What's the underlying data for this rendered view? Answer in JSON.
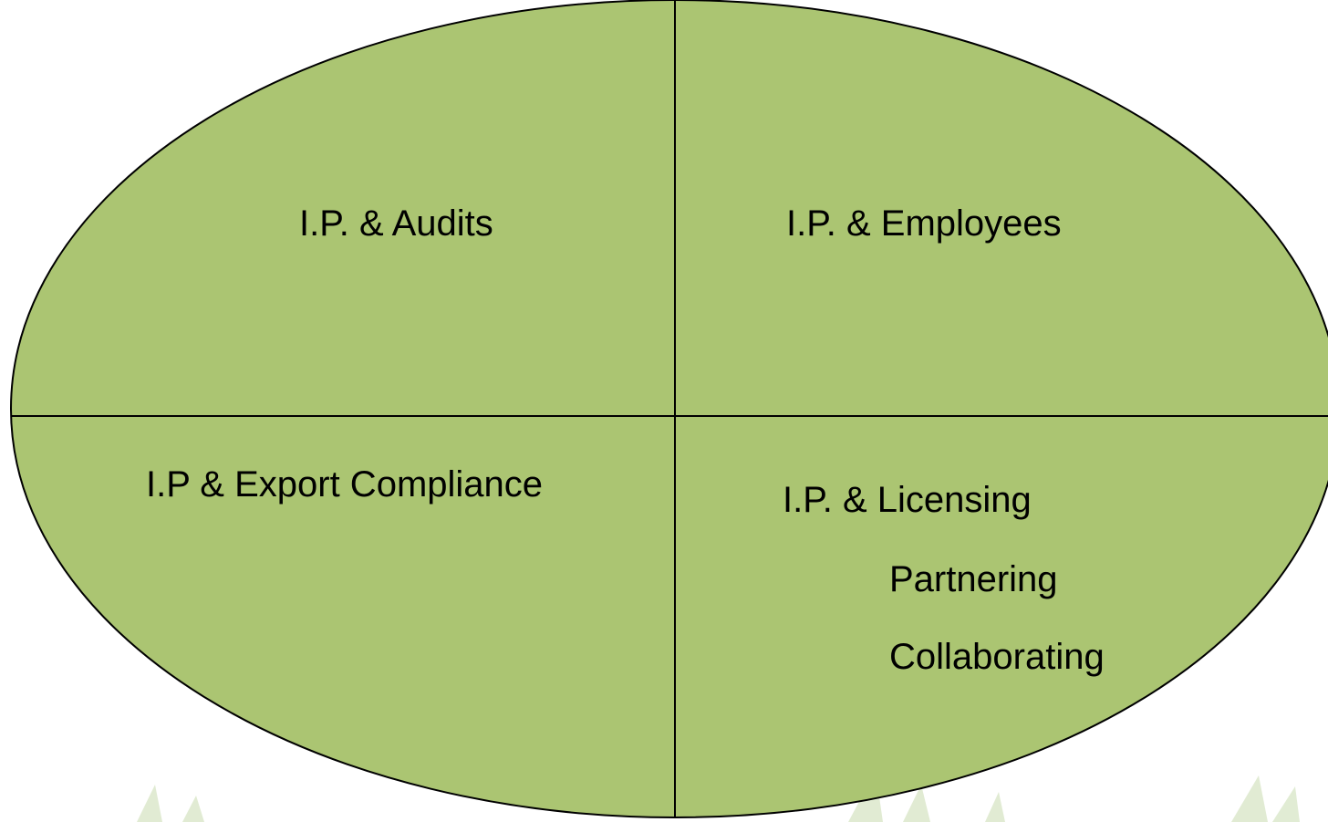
{
  "colors": {
    "ellipse_fill": "#abc572",
    "outline": "#000000",
    "background": "#ffffff",
    "foliage": "#c9dcb0"
  },
  "quadrants": {
    "top_left": {
      "label": "I.P. & Audits"
    },
    "top_right": {
      "label": "I.P. & Employees"
    },
    "bottom_left": {
      "label": "I.P & Export Compliance"
    },
    "bottom_right": {
      "label": "I.P. & Licensing",
      "sub_items": [
        "Partnering",
        "Collaborating"
      ]
    }
  }
}
